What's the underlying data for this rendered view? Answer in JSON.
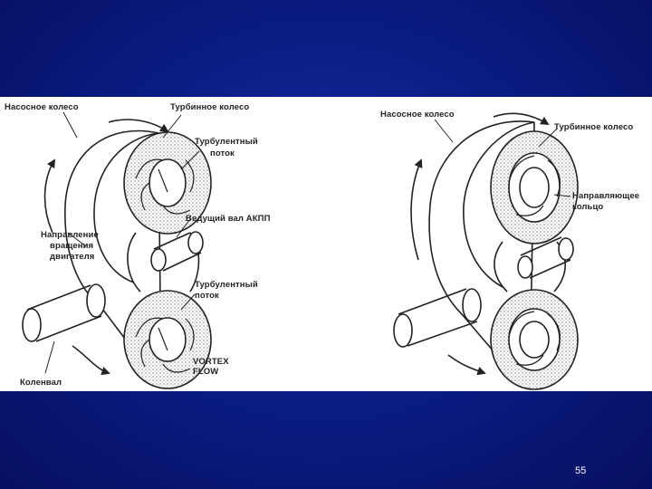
{
  "slide": {
    "page_number": "55",
    "colors": {
      "background": "#0b1d86",
      "figure_background": "#ffffff",
      "ink": "#222222"
    }
  },
  "left_diagram": {
    "labels": {
      "pump_wheel": "Насосное колесо",
      "turbine_wheel": "Турбинное колесо",
      "turbulent_flow_top_1": "Турбулентный",
      "turbulent_flow_top_2": "поток",
      "drive_shaft": "Ведущий вал АКПП",
      "rotation_1": "Направление",
      "rotation_2": "вращения",
      "rotation_3": "двигателя",
      "turbulent_flow_bottom_1": "Турбулентный",
      "turbulent_flow_bottom_2": "поток",
      "vortex_1": "VORTEX",
      "vortex_2": "FLOW",
      "crankshaft": "Коленвал"
    }
  },
  "right_diagram": {
    "labels": {
      "pump_wheel": "Насосное колесо",
      "turbine_wheel": "Турбинное колесо",
      "guide_ring_1": "Направляющее",
      "guide_ring_2": "кольцо"
    }
  }
}
